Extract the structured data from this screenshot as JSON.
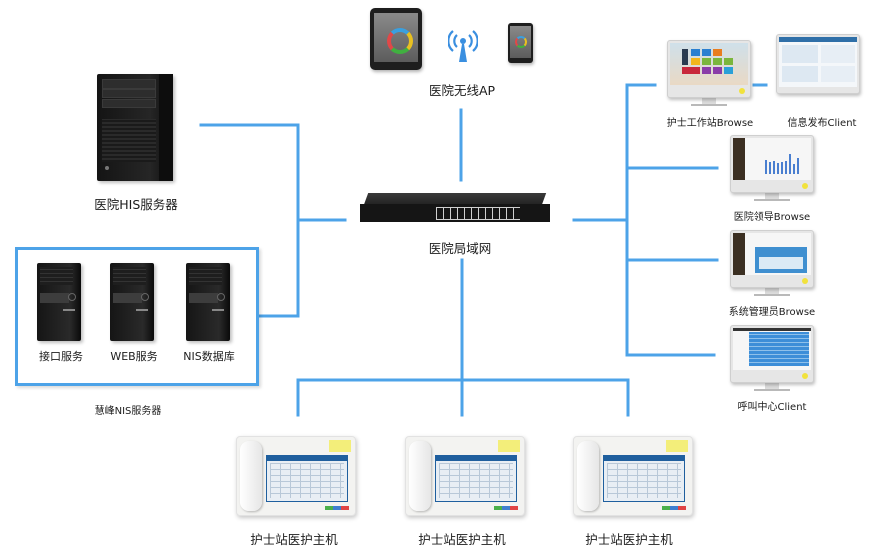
{
  "diagram": {
    "type": "network-topology",
    "line_color": "#4da3e8",
    "nodes": {
      "his_server": {
        "label": "医院HIS服务器",
        "icon": "tower-server-icon"
      },
      "nis_group": {
        "label": "慧峰NIS服务器",
        "servers": [
          {
            "label": "接口服务",
            "icon": "server-icon"
          },
          {
            "label": "WEB服务",
            "icon": "server-icon"
          },
          {
            "label": "NIS数据库",
            "icon": "database-server-icon"
          }
        ]
      },
      "wireless_ap": {
        "label": "医院无线AP",
        "icons": [
          "tablet-icon",
          "wireless-ap-icon",
          "phone-icon"
        ]
      },
      "lan": {
        "label": "医院局域网",
        "icon": "network-switch-icon"
      },
      "clients": [
        {
          "label": "护士工作站Browse",
          "icon": "monitor-icon"
        },
        {
          "label": "信息发布Client",
          "icon": "monitor-icon"
        },
        {
          "label": "医院领导Browse",
          "icon": "monitor-icon"
        },
        {
          "label": "系统管理员Browse",
          "icon": "monitor-icon"
        },
        {
          "label": "呼叫中心Client",
          "icon": "monitor-icon"
        }
      ],
      "nurse_stations": [
        {
          "label": "护士站医护主机",
          "icon": "nurse-station-phone-icon"
        },
        {
          "label": "护士站医护主机",
          "icon": "nurse-station-phone-icon"
        },
        {
          "label": "护士站医护主机",
          "icon": "nurse-station-phone-icon"
        }
      ]
    },
    "edges": [
      [
        "his_server",
        "lan"
      ],
      [
        "nis_group",
        "lan"
      ],
      [
        "wireless_ap",
        "lan"
      ],
      [
        "lan",
        "clients.0"
      ],
      [
        "clients.0",
        "clients.1"
      ],
      [
        "lan",
        "clients.2"
      ],
      [
        "lan",
        "clients.3"
      ],
      [
        "lan",
        "clients.4"
      ],
      [
        "lan",
        "nurse_stations.0"
      ],
      [
        "lan",
        "nurse_stations.1"
      ],
      [
        "lan",
        "nurse_stations.2"
      ]
    ]
  }
}
